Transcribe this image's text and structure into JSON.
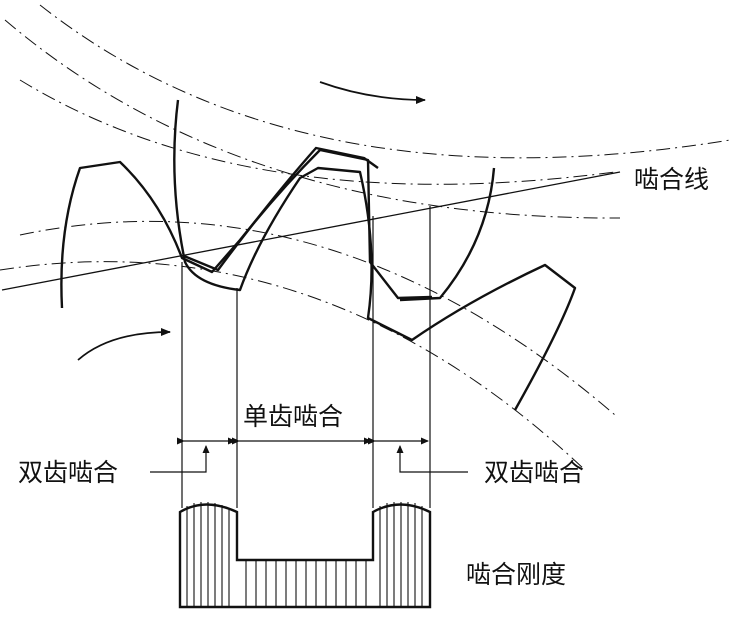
{
  "labels": {
    "meshing_line": "啮合线",
    "single_tooth_meshing": "单齿啮合",
    "double_tooth_meshing_left": "双齿啮合",
    "double_tooth_meshing_right": "双齿啮合",
    "meshing_stiffness": "啮合刚度"
  },
  "colors": {
    "stroke": "#111111",
    "background": "#ffffff"
  }
}
